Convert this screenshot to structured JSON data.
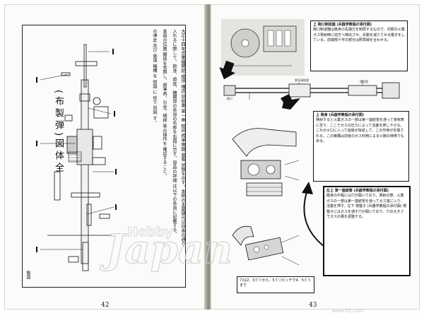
{
  "left_page": {
    "number": "42",
    "title": "(布製弾)図体全",
    "corner_label": "製図",
    "column_1": "大正十四年式重機関銃 細部 構造 説明書 第一章 総説 照準眼鏡 装着 状態を示す。本銃の主要諸元は別表の通り",
    "column_2": "入れるに際して、銃身、遊底、機関部の各部の名称を右図に示す。部品の詳細 は以下の各頁に記載する。",
    "column_3": "本図の位置 関係を参照し、照準具、引金、槓桿 等の操作を 確認すること。",
    "column_4": "の弾倉 及び 装填 機構 を 附図 に 依り 説明 す。"
  },
  "right_page": {
    "number": "43",
    "box_top": {
      "head": "上 砲口制退器 (兵器学教程の添付図)",
      "body": "砲口制退器は砲身の先端方を制限するもので、内部の火薬ガス発射時に前方へ噴出させ、反動を減少させる働きをしている。前端部十字の部分は照準線を合わせる。"
    },
    "box_middle": {
      "head": "上 砲身 (兵器学教程の添付図)",
      "body": "発射すると火薬ガスの一部は第一連結管を通って導気筒に至り、ここでガスの圧力によって活塞を押し下げる。これが火口に入って遊底が後退して、この作用が反復される。この機構は前後のガス利用による火砲の特徴でもある。"
    },
    "box_lower": {
      "head": "左上 第一連結管 (兵器学教程の添付図)",
      "body": "砲身の中程には穴が開いており、発射の際、火薬ガスの一部は第一連結管を通ってガス室に入り、活塞を押す。左下 規整子 (兵器学教程の添付図) 規整子にはガスを通す穴が開いており、穴の大きさでガスの量を調整する。"
    },
    "box_bottom": {
      "body": "穴は2、3ミリから、5ミリピッチで4、5ミリまで"
    },
    "label_gun_1": "銃口",
    "label_gun_2": "第一連結管",
    "label_gun_3": "導気筒"
  },
  "watermark": {
    "text": "Hobby Japan",
    "url": "www.hlj.com"
  },
  "colors": {
    "paper": "#fbfbf9",
    "ink": "#111111",
    "gutter": "#8a857c",
    "watermark": "#d4d4d4"
  }
}
